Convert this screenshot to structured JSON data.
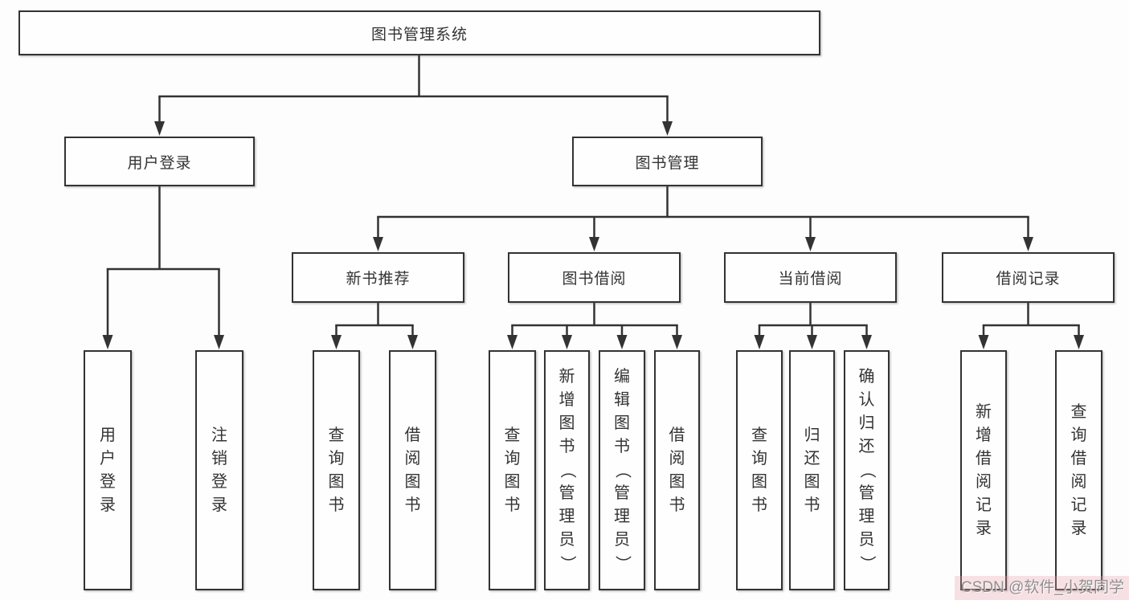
{
  "nodes": {
    "root": "图书管理系统",
    "user_login": "用户登录",
    "book_mgmt": "图书管理",
    "new_books": "新书推荐",
    "book_borrow": "图书借阅",
    "current_borrow": "当前借阅",
    "borrow_records": "借阅记录",
    "leaf_user_login": "用户登录",
    "leaf_logout": "注销登录",
    "nb_query": "查询图书",
    "nb_borrow": "借阅图书",
    "bb_query": "查询图书",
    "bb_add": "新增图书（管理员）",
    "bb_edit": "编辑图书（管理员）",
    "bb_borrow": "借阅图书",
    "cb_query": "查询图书",
    "cb_return": "归还图书",
    "cb_confirm": "确认归还（管理员）",
    "br_add": "新增借阅记录",
    "br_query": "查询借阅记录"
  },
  "watermark": "CSDN @软件_小贺同学",
  "colors": {
    "line": "#333333",
    "text": "#333333",
    "box_fill": "#fefefe",
    "background": "#fdfdfd",
    "watermark_bg": "#f3dcdf",
    "watermark_text": "#8f8f8f"
  }
}
